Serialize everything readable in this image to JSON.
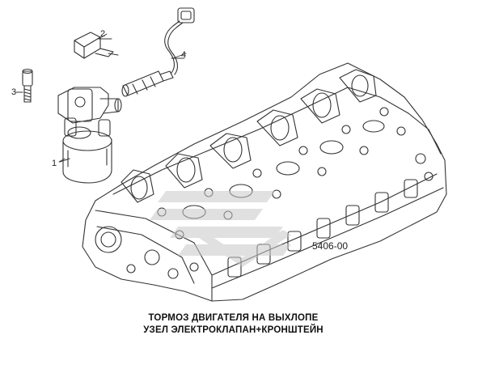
{
  "callouts": {
    "part_1": "1",
    "part_2": "2",
    "part_3": "3",
    "part_4": "4"
  },
  "drawing_code": "5406-00",
  "caption": {
    "line1": "ТОРМОЗ ДВИГАТЕЛЯ НА ВЫХЛОПЕ",
    "line2": "УЗЕЛ ЭЛЕКТРОКЛАПАН+КРОНШТЕЙН"
  },
  "colors": {
    "line": "#333333",
    "watermark": "#c8c8c8"
  }
}
